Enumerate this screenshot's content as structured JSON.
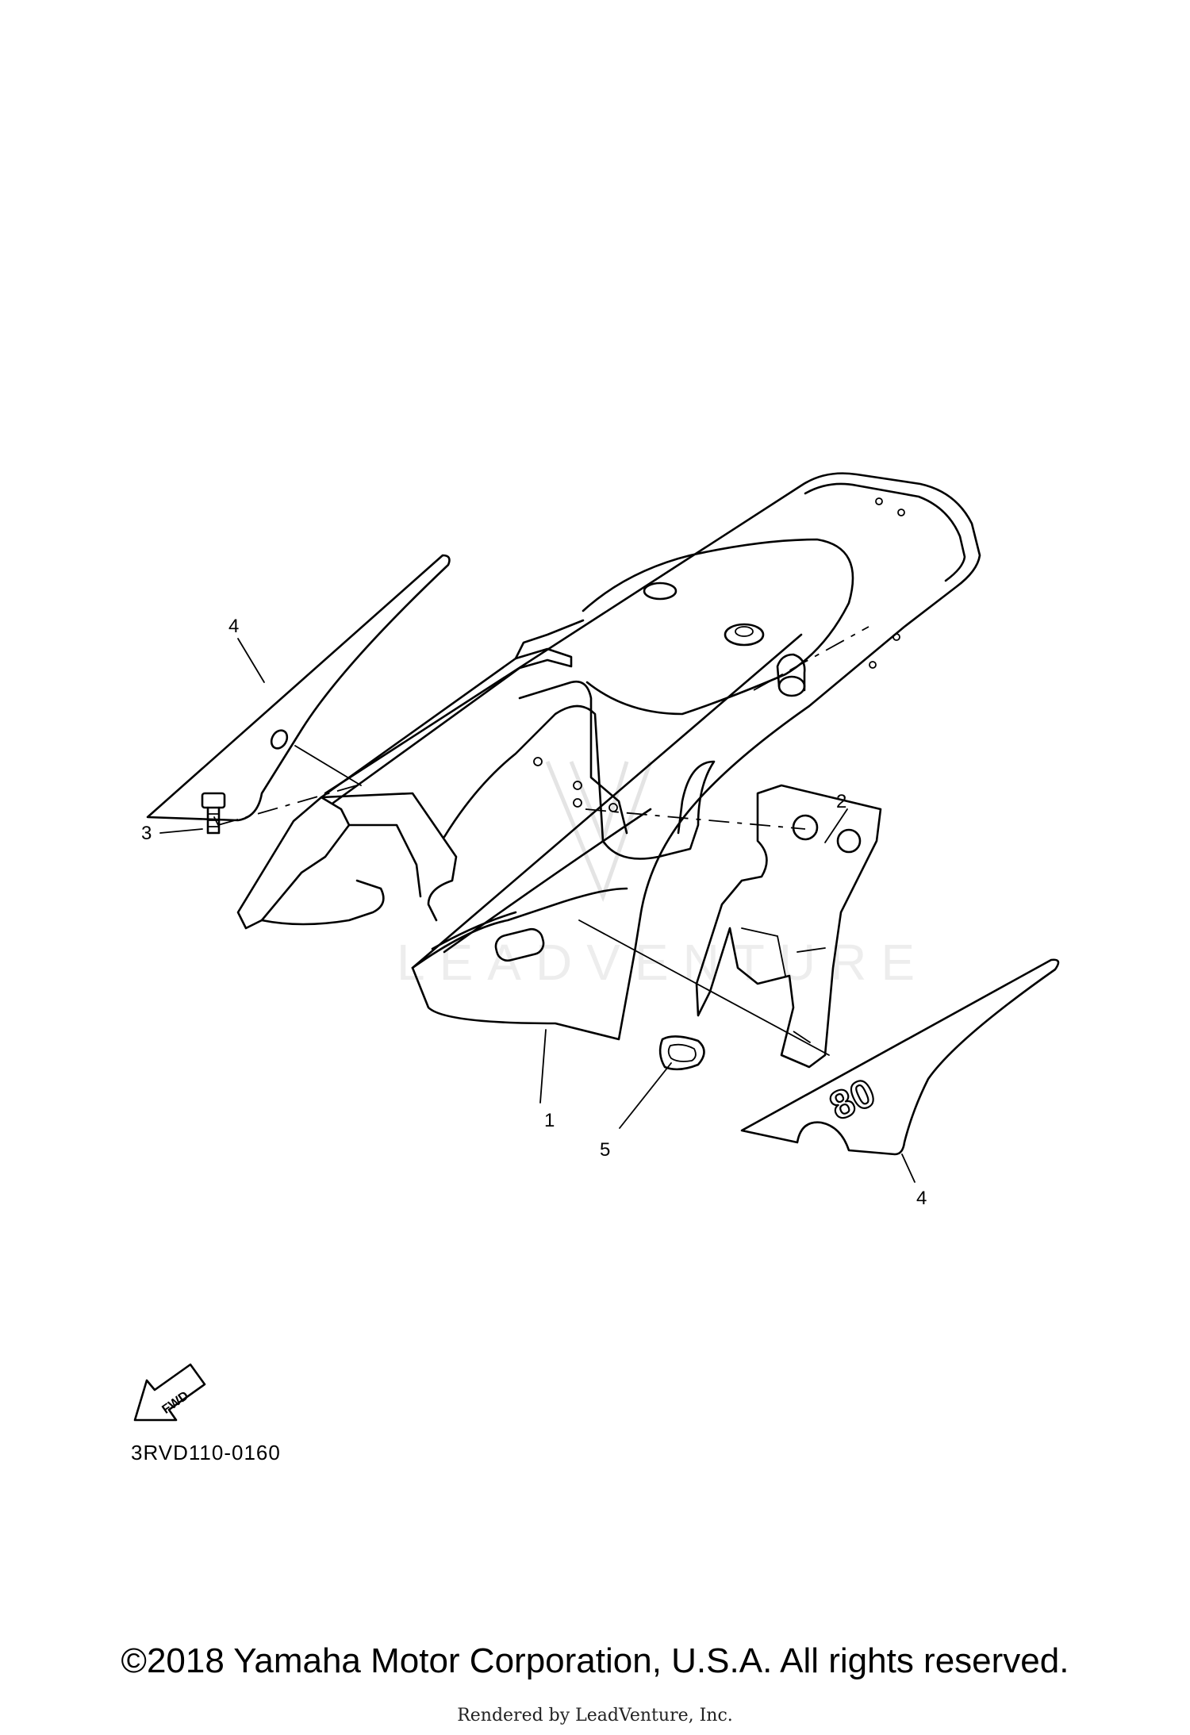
{
  "diagram": {
    "callouts": [
      {
        "id": "1",
        "label": "1"
      },
      {
        "id": "2",
        "label": "2"
      },
      {
        "id": "3",
        "label": "3"
      },
      {
        "id": "4a",
        "label": "4"
      },
      {
        "id": "4b",
        "label": "4"
      },
      {
        "id": "5",
        "label": "5"
      }
    ],
    "decal_number": "80",
    "fwd_label": "FWD",
    "watermark_text": "LEADVENTURE"
  },
  "figure_code": "3RVD110-0160",
  "copyright": "©2018 Yamaha Motor Corporation, U.S.A. All rights reserved.",
  "rendered_by": "Rendered by LeadVenture, Inc."
}
